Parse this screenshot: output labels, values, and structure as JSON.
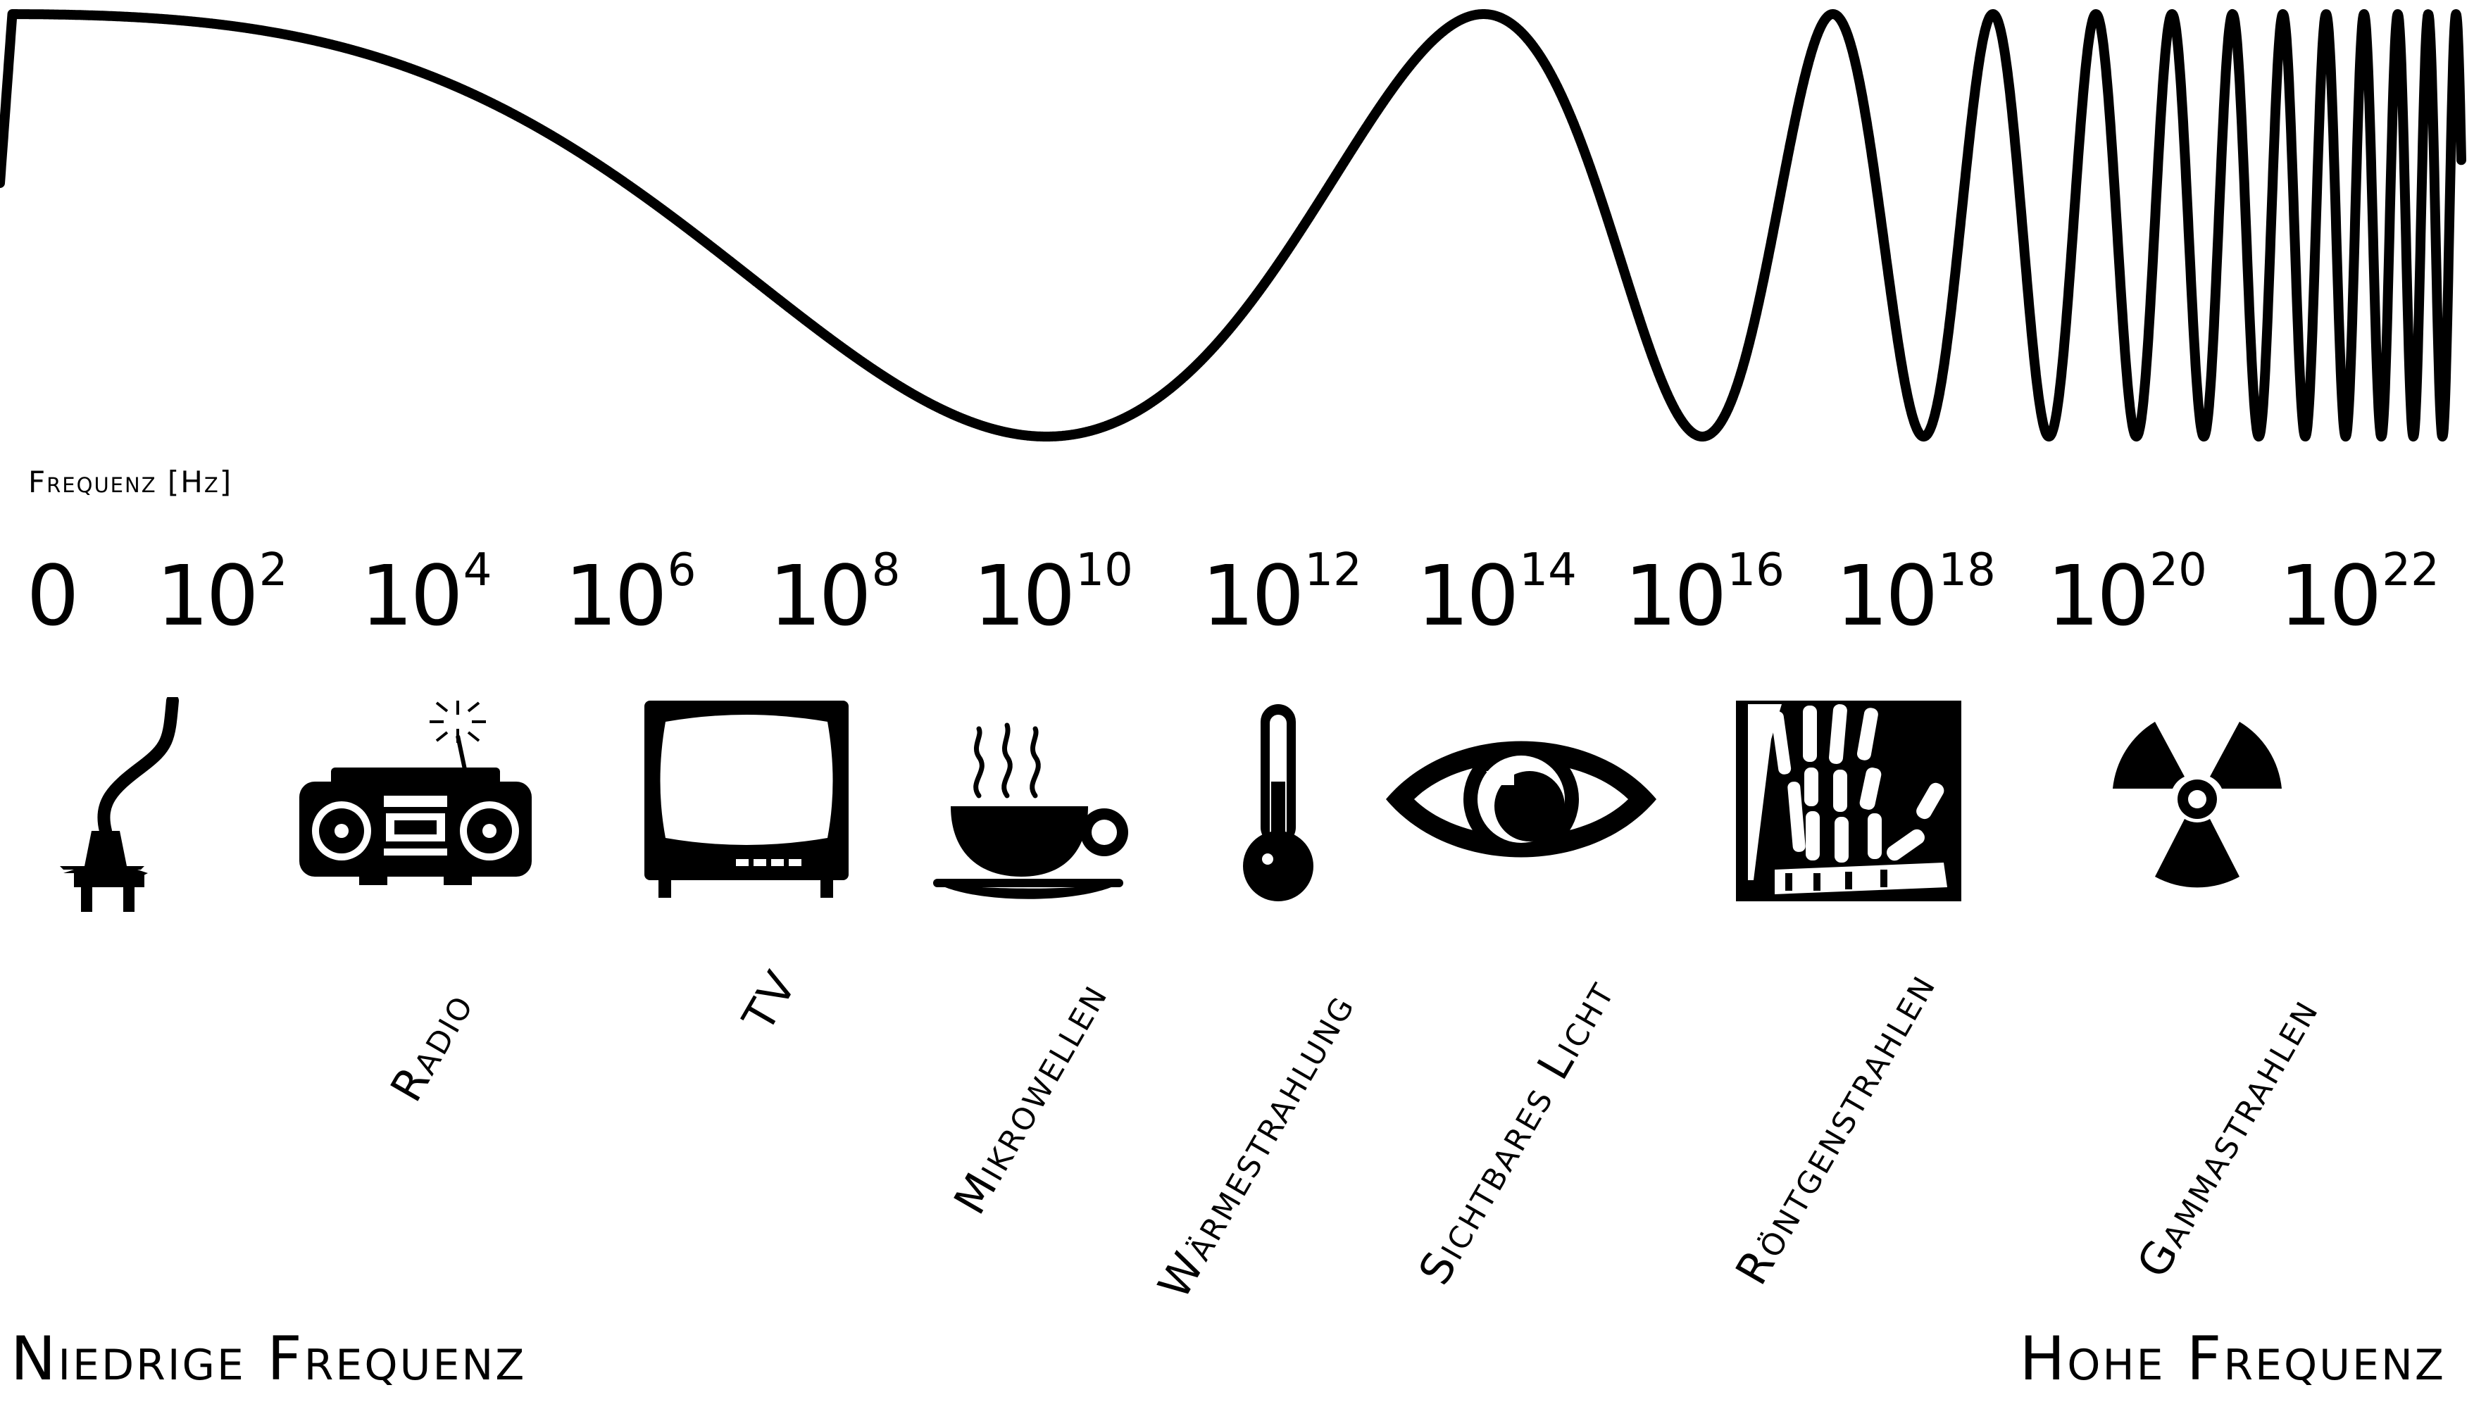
{
  "header": {
    "axis_label": "Frequenz [Hz]"
  },
  "ticks": [
    {
      "base": "0",
      "exp": ""
    },
    {
      "base": "10",
      "exp": "2"
    },
    {
      "base": "10",
      "exp": "4"
    },
    {
      "base": "10",
      "exp": "6"
    },
    {
      "base": "10",
      "exp": "8"
    },
    {
      "base": "10",
      "exp": "10"
    },
    {
      "base": "10",
      "exp": "12"
    },
    {
      "base": "10",
      "exp": "14"
    },
    {
      "base": "10",
      "exp": "16"
    },
    {
      "base": "10",
      "exp": "18"
    },
    {
      "base": "10",
      "exp": "20"
    },
    {
      "base": "10",
      "exp": "22"
    }
  ],
  "icons": [
    "power-plug-icon",
    "radio-boombox-icon",
    "tv-icon",
    "coffee-cup-icon",
    "thermometer-icon",
    "eye-icon",
    "xray-hand-icon",
    "radiation-icon"
  ],
  "categories": {
    "radio": "Radio",
    "tv": "TV",
    "mikrowellen": "Mikrowellen",
    "waerme": "Wärmestrahlung",
    "licht": "Sichtbares Licht",
    "roentgen": "Röntgenstrahlen",
    "gamma": "Gammastrahlen"
  },
  "footer": {
    "low": "Niedrige Frequenz",
    "high": "Hohe Frequenz"
  },
  "colors": {
    "ink": "#000000",
    "background": "#ffffff"
  }
}
